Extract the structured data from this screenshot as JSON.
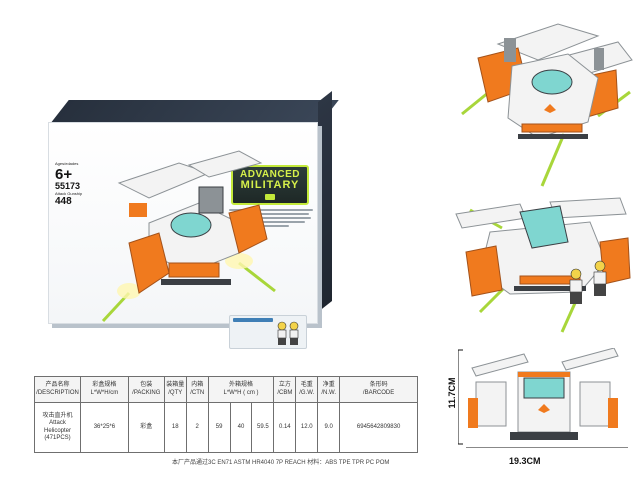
{
  "box": {
    "ages_label": "Ages/edades",
    "age": "6+",
    "item_no": "55173",
    "name_small": "Attack Gunship",
    "pieces": "448",
    "logo_line1": "ADVANCED",
    "logo_line2": "MILITARY"
  },
  "table": {
    "headers": [
      {
        "zh": "产品名称",
        "en": "/DESCRIPTION"
      },
      {
        "zh": "彩盒规格",
        "en": "L*W*H/cm"
      },
      {
        "zh": "包装",
        "en": "/PACKING"
      },
      {
        "zh": "装箱量",
        "en": "/QTY"
      },
      {
        "zh": "内箱",
        "en": "/CTN"
      },
      {
        "zh": "外箱规格",
        "en": "L*W*H ( cm )"
      },
      {
        "zh": "立方",
        "en": "/CBM"
      },
      {
        "zh": "毛重",
        "en": "/G.W."
      },
      {
        "zh": "净重",
        "en": "/N.W."
      },
      {
        "zh": "条形码",
        "en": "/BARCODE"
      }
    ],
    "row": {
      "desc_zh": "攻击直升机",
      "desc_en1": "Attack",
      "desc_en2": "Helicopter",
      "desc_pcs": "(471PCS)",
      "box_size": "36*25*6",
      "packing": "彩盒",
      "qty": "18",
      "ctn": "2",
      "outer_l": "59",
      "outer_w": "40",
      "outer_h": "59.5",
      "cbm": "0.14",
      "gw": "12.0",
      "nw": "9.0",
      "barcode": "6945642809830"
    },
    "footnote": "本厂产品通过3C EN71 ASTM HR4040 7P REACH 材料：ABS TPE TPR PC POM"
  },
  "dimensions": {
    "height": "11.7CM",
    "width": "19.3CM"
  },
  "colors": {
    "orange": "#f07a1e",
    "white": "#f3f3f3",
    "gray": "#8c9296",
    "dark": "#3b3f44",
    "teal": "#7fd6d0",
    "green": "#a8d63a"
  }
}
